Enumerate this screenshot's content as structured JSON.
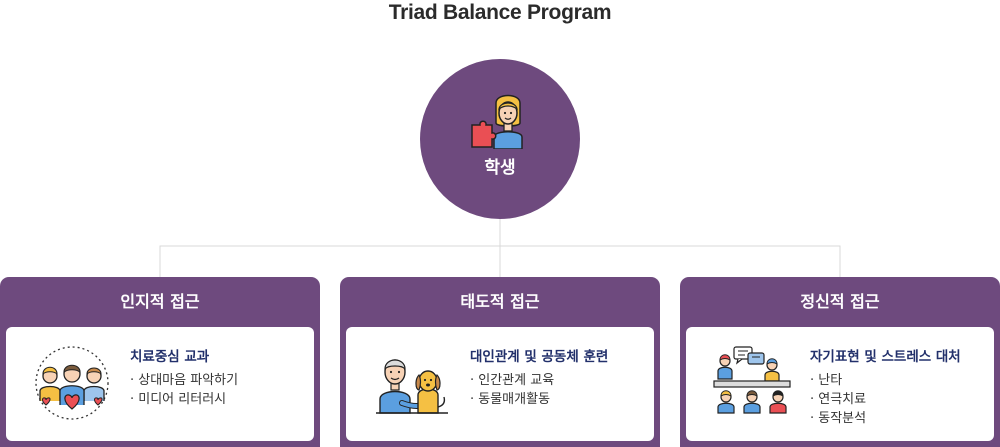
{
  "title": "Triad Balance Program",
  "hub": {
    "label": "학생",
    "icon": "student-puzzle-icon"
  },
  "colors": {
    "primary": "#6e4a7e",
    "connector": "#d9d9d9",
    "heading": "#22306b"
  },
  "cards": [
    {
      "header": "인지적 접근",
      "icon": "heart-group-icon",
      "title": "치료중심 교과",
      "items": [
        "· 상대마음 파악하기",
        "· 미디어 리터러시"
      ]
    },
    {
      "header": "태도적 접근",
      "icon": "man-with-dog-icon",
      "title": "대인관계 및 공동체 훈련",
      "items": [
        "· 인간관계 교육",
        "· 동물매개활동"
      ]
    },
    {
      "header": "정신적 접근",
      "icon": "classroom-discussion-icon",
      "title": "자기표현 및 스트레스 대처",
      "items": [
        "· 난타",
        "· 연극치료",
        "· 동작분석"
      ]
    }
  ]
}
